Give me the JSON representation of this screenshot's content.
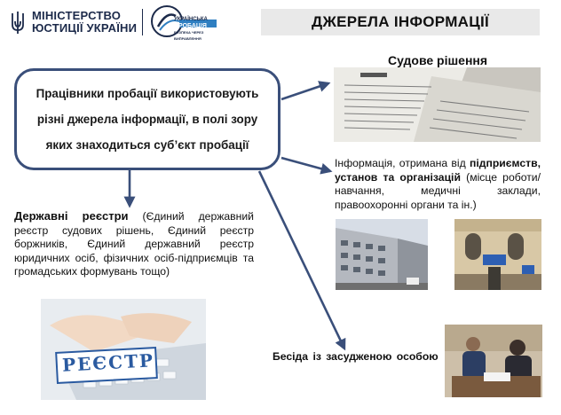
{
  "header": {
    "ministry_line1": "МІНІСТЕРСТВО",
    "ministry_line2": "ЮСТИЦІЇ УКРАЇНИ",
    "probation_line1": "УКРАЇНСЬКА",
    "probation_line2": "ПРОБАЦІЯ",
    "probation_line3": "БЕЗПЕКА ЧЕРЕЗ ВИПРАВЛЕННЯ",
    "slide_title": "ДЖЕРЕЛА ІНФОРМАЦІЇ"
  },
  "center": {
    "text": "Працівники пробації використовують різні джерела інформації, в полі зору яких знаходиться суб’єкт пробації"
  },
  "court": {
    "label": "Судове рішення"
  },
  "institutions": {
    "lead": "Інформація, отримана від ",
    "bold": "підприємств, установ та організацій",
    "rest": " (місце роботи/навчання, медичні заклади, правоохоронні органи та ін.)"
  },
  "registries": {
    "bold": "Державні реєстри",
    "rest": " (Єдиний державний реєстр судових рішень, Єдиний реєстр боржників, Єдиний державний реєстр юридичних осіб, фізичних осіб-підприємців та громадських формувань тощо)",
    "image_word": "РЕЄСТР"
  },
  "talk": {
    "label": "Бесіда із засудженою особою"
  },
  "colors": {
    "brand_navy": "#1c2a4a",
    "box_border": "#3a4f7a",
    "arrow": "#3a4f7a",
    "title_bg": "#e9e9e9"
  }
}
